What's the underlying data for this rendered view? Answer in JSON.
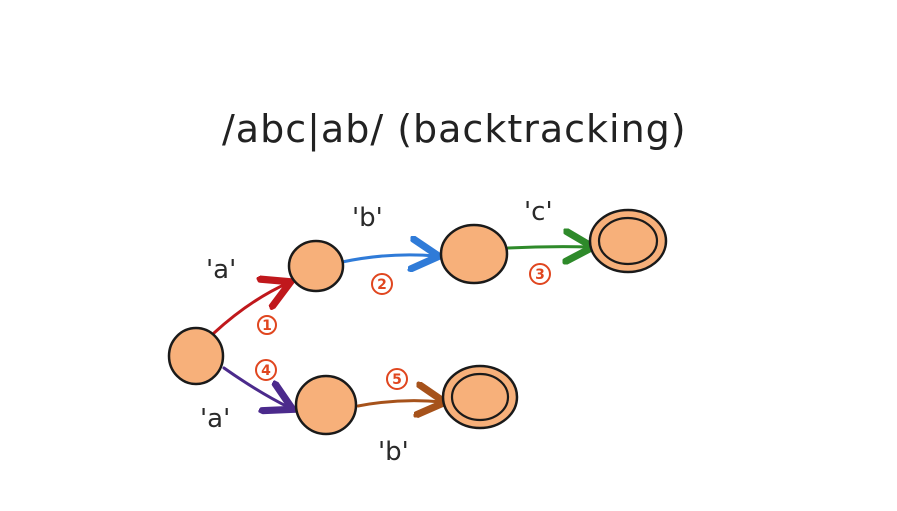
{
  "title": "/abc|ab/   (backtracking)",
  "colors": {
    "node_fill": "#f7b07a",
    "node_stroke": "#1a1a1a",
    "step_marker": "#e0461f",
    "edge_a_top": "#c0181c",
    "edge_b_top": "#2f7bd8",
    "edge_c": "#2e8a2a",
    "edge_a_bottom": "#4b2a8c",
    "edge_b_bottom": "#a6521b"
  },
  "nodes": [
    {
      "id": "start",
      "kind": "state"
    },
    {
      "id": "s1",
      "kind": "state"
    },
    {
      "id": "s2",
      "kind": "state"
    },
    {
      "id": "accept1",
      "kind": "accept"
    },
    {
      "id": "s4",
      "kind": "state"
    },
    {
      "id": "accept2",
      "kind": "accept"
    }
  ],
  "edges": [
    {
      "from": "start",
      "to": "s1",
      "label": "'a'",
      "step": "1",
      "color": "edge_a_top"
    },
    {
      "from": "s1",
      "to": "s2",
      "label": "'b'",
      "step": "2",
      "color": "edge_b_top"
    },
    {
      "from": "s2",
      "to": "accept1",
      "label": "'c'",
      "step": "3",
      "color": "edge_c"
    },
    {
      "from": "start",
      "to": "s4",
      "label": "'a'",
      "step": "4",
      "color": "edge_a_bottom"
    },
    {
      "from": "s4",
      "to": "accept2",
      "label": "'b'",
      "step": "5",
      "color": "edge_b_bottom"
    }
  ]
}
